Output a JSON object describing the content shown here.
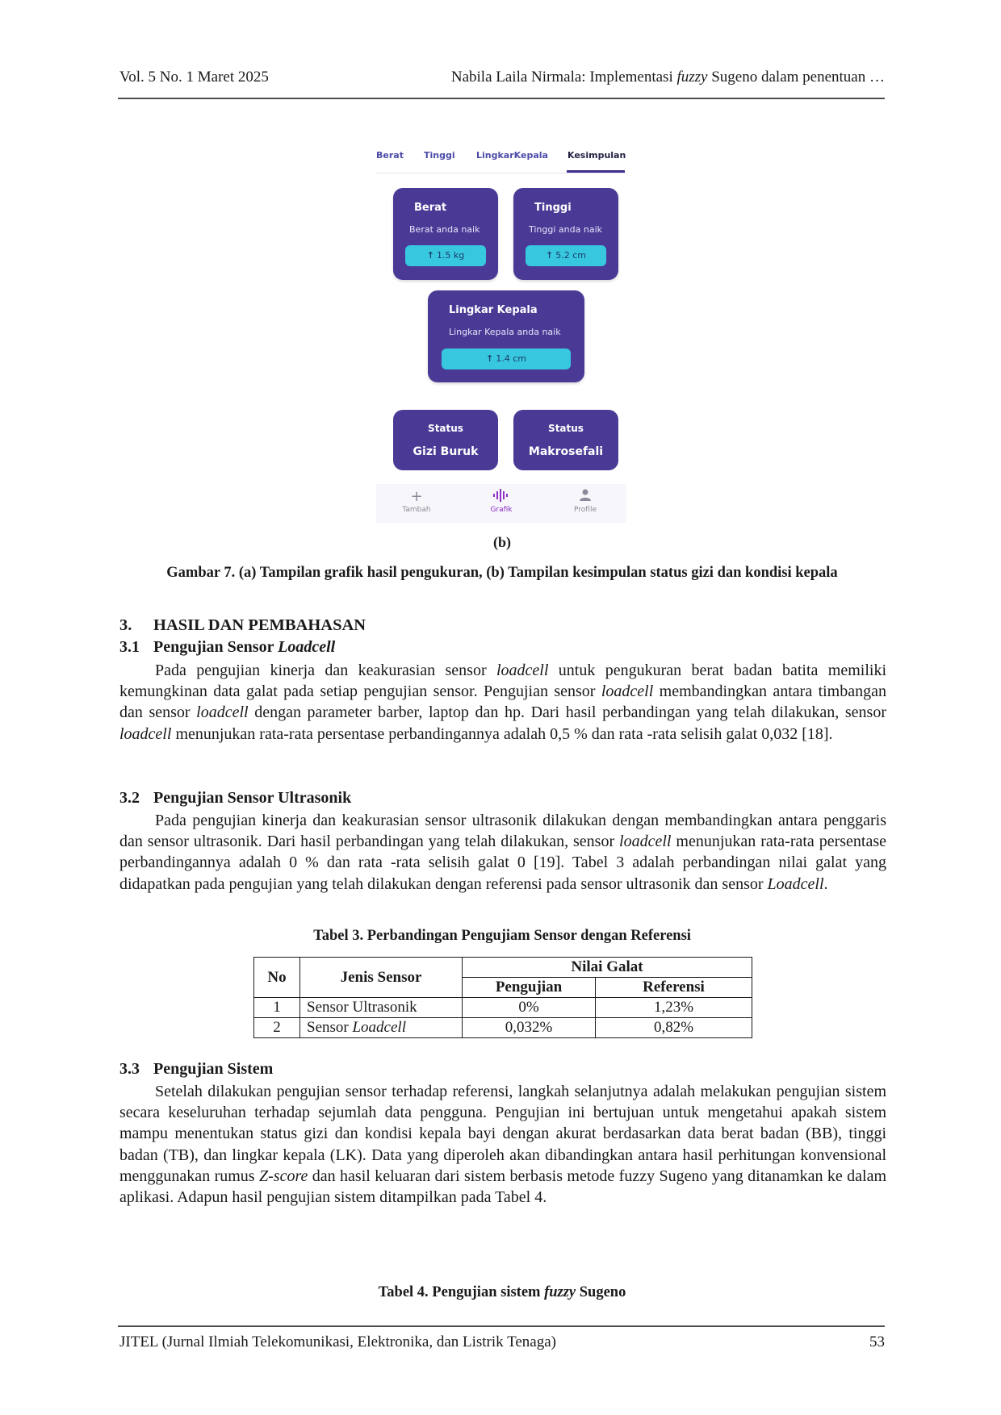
{
  "header": {
    "left": "Vol. 5 No. 1 Maret 2025",
    "right_prefix": "Nabila Laila Nirmala: Implementasi ",
    "right_italic": "fuzzy",
    "right_suffix": " Sugeno dalam penentuan …"
  },
  "screenshot": {
    "tabs": [
      "Berat",
      "Tinggi",
      "LingkarKepala",
      "Kesimpulan"
    ],
    "active_tab": "Kesimpulan",
    "cards": [
      {
        "title": "Berat",
        "subtitle": "Berat anda naik",
        "value": "1.5 kg"
      },
      {
        "title": "Tinggi",
        "subtitle": "Tinggi anda naik",
        "value": "5.2 cm"
      },
      {
        "title": "Lingkar Kepala",
        "subtitle": "Lingkar Kepala anda naik",
        "value": "1.4 cm"
      }
    ],
    "status_cards": [
      {
        "label": "Status",
        "value": "Gizi Buruk"
      },
      {
        "label": "Status",
        "value": "Makrosefali"
      }
    ],
    "nav": [
      {
        "label": "Tambah",
        "icon": "plus-icon",
        "glyph": "+"
      },
      {
        "label": "Grafik",
        "icon": "waveform-icon",
        "glyph": "▮▮▮"
      },
      {
        "label": "Profile",
        "icon": "person-icon",
        "glyph": "●"
      }
    ],
    "accent_color": "#4a3a96",
    "pill_color": "#37c8e0"
  },
  "figure": {
    "sublabel": "(b)",
    "caption": "Gambar 7. (a) Tampilan grafik hasil pengukuran, (b) Tampilan kesimpulan status gizi dan kondisi kepala"
  },
  "section3": {
    "number": "3.",
    "title": "HASIL DAN PEMBAHASAN"
  },
  "s31": {
    "number": "3.1",
    "title": "Pengujian Sensor ",
    "title_italic": "Loadcell",
    "p": [
      "Pada pengujian kinerja dan keakurasian sensor ",
      "loadcell",
      " untuk pengukuran berat badan batita memiliki kemungkinan data galat pada setiap pengujian sensor. Pengujian sensor ",
      "loadcell",
      " membandingkan antara timbangan dan sensor ",
      "loadcell",
      " dengan parameter barber, laptop dan hp. Dari hasil perbandingan yang telah dilakukan, sensor ",
      "loadcell",
      " menunjukan rata-rata persentase perbandingannya adalah 0,5 % dan rata -rata selisih galat 0,032 [18]."
    ]
  },
  "s32": {
    "number": "3.2",
    "title": "Pengujian Sensor Ultrasonik",
    "p": [
      "Pada pengujian kinerja dan keakurasian sensor ultrasonik dilakukan dengan membandingkan antara penggaris dan sensor ultrasonik. Dari hasil perbandingan yang telah dilakukan, sensor ",
      "loadcell",
      " menunjukan rata-rata persentase perbandingannya adalah 0 % dan rata -rata selisih galat 0 [19]. Tabel 3 adalah perbandingan nilai galat yang didapatkan pada pengujian yang telah dilakukan dengan referensi pada sensor ultrasonik dan sensor ",
      "Loadcell",
      "."
    ]
  },
  "table3": {
    "caption": "Tabel 3. Perbandingan Pengujiam Sensor dengan Referensi",
    "headers": {
      "no": "No",
      "jenis": "Jenis Sensor",
      "group": "Nilai Galat",
      "pengujian": "Pengujian",
      "referensi": "Referensi"
    },
    "rows": [
      {
        "no": "1",
        "jenis": "Sensor Ultrasonik",
        "jenis_italic": "",
        "pengujian": "0%",
        "referensi": "1,23%"
      },
      {
        "no": "2",
        "jenis": "Sensor ",
        "jenis_italic": "Loadcell",
        "pengujian": "0,032%",
        "referensi": "0,82%"
      }
    ]
  },
  "s33": {
    "number": "3.3",
    "title": "Pengujian Sistem",
    "p": [
      "Setelah dilakukan pengujian sensor terhadap referensi, langkah selanjutnya adalah melakukan pengujian sistem secara keseluruhan terhadap sejumlah data pengguna. Pengujian ini bertujuan untuk mengetahui apakah sistem mampu menentukan status gizi dan kondisi kepala bayi dengan akurat berdasarkan data berat badan (BB), tinggi badan (TB), dan lingkar kepala (LK). Data yang diperoleh akan dibandingkan antara hasil perhitungan konvensional menggunakan rumus ",
      "Z-score",
      " dan hasil keluaran dari sistem berbasis metode fuzzy Sugeno yang ditanamkan ke dalam aplikasi. Adapun hasil pengujian sistem ditampilkan pada Tabel 4."
    ]
  },
  "table4": {
    "caption_prefix": "Tabel 4. Pengujian sistem ",
    "caption_italic": "fuzzy",
    "caption_suffix": " Sugeno"
  },
  "footer": {
    "left": "JITEL (Jurnal Ilmiah Telekomunikasi, Elektronika, dan Listrik Tenaga)",
    "page": "53"
  }
}
